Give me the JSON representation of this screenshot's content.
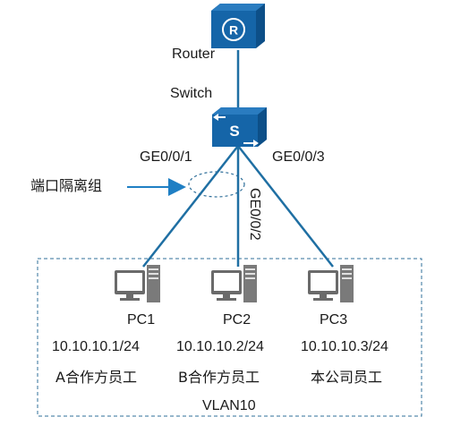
{
  "colors": {
    "link": "#1f6fa3",
    "device_fill": "#1565a8",
    "device_edge": "#0d4f88",
    "pc_gray": "#6a6a6a",
    "dashed": "#2f6f9a",
    "arrow": "#1f7fc4"
  },
  "router": {
    "label": "Router",
    "icon": "router-icon"
  },
  "switch": {
    "label": "Switch",
    "icon": "switch-icon"
  },
  "ports": {
    "p1": "GE0/0/1",
    "p2": "GE0/0/2",
    "p3": "GE0/0/3"
  },
  "isolation_group": {
    "label": "端口隔离组"
  },
  "pcs": [
    {
      "name": "PC1",
      "ip": "10.10.10.1/24",
      "role": "A合作方员工",
      "icon": "pc-icon"
    },
    {
      "name": "PC2",
      "ip": "10.10.10.2/24",
      "role": "B合作方员工",
      "icon": "pc-icon"
    },
    {
      "name": "PC3",
      "ip": "10.10.10.3/24",
      "role": "本公司员工",
      "icon": "pc-icon"
    }
  ],
  "vlan": {
    "label": "VLAN10"
  }
}
